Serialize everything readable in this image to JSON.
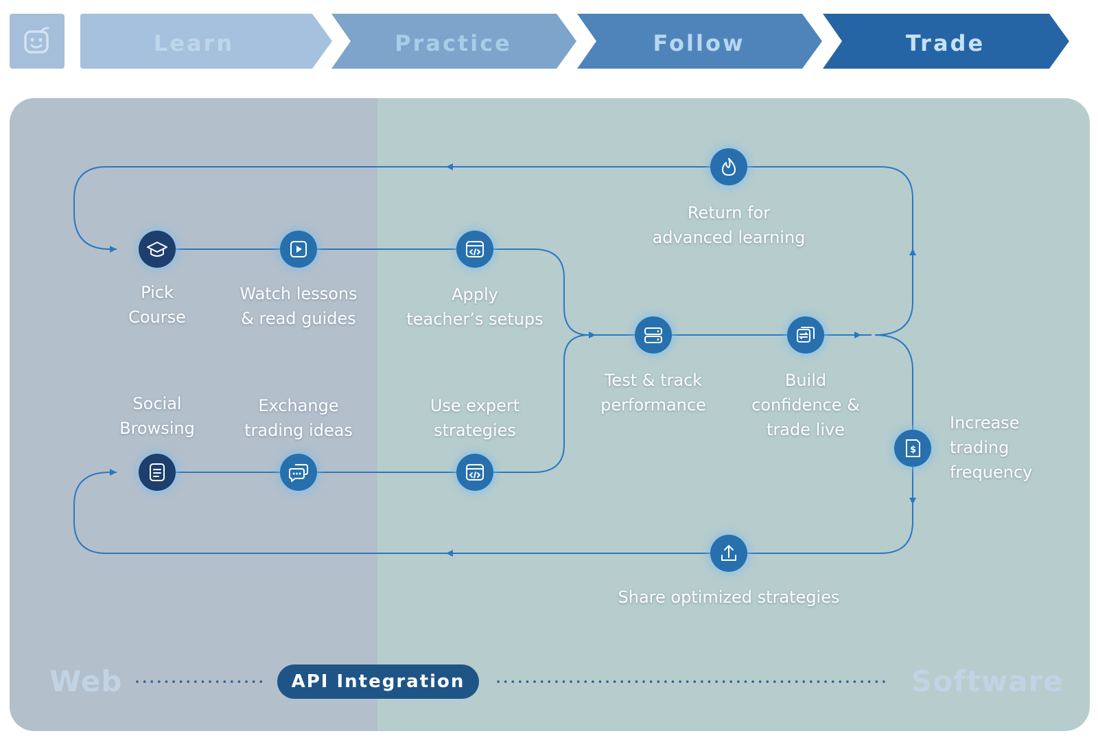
{
  "header": {
    "logo_icon": "smiley-face-icon",
    "stages": [
      {
        "label": "Learn",
        "fill": "#a6c1dd",
        "text_color": "#bed6ea"
      },
      {
        "label": "Practice",
        "fill": "#7da4ca",
        "text_color": "#a7cee8"
      },
      {
        "label": "Follow",
        "fill": "#4f84bb",
        "text_color": "#b7d7f0"
      },
      {
        "label": "Trade",
        "fill": "#2565a5",
        "text_color": "#c6e1f5"
      }
    ]
  },
  "panel": {
    "web_zone_color": "#b3bfcb",
    "software_zone_color": "#b7cccd",
    "line_color": "#2a78c2"
  },
  "steps": {
    "pick_course": {
      "label": [
        "Pick",
        "Course"
      ],
      "icon": "graduation-cap-icon"
    },
    "watch_lessons": {
      "label": [
        "Watch lessons",
        "& read guides"
      ],
      "icon": "play-icon"
    },
    "apply_setups": {
      "label": [
        "Apply",
        "teacher’s setups"
      ],
      "icon": "code-window-icon"
    },
    "test_track": {
      "label": [
        "Test & track",
        "performance"
      ],
      "icon": "server-icon"
    },
    "build_confidence": {
      "label": [
        "Build",
        "confidence &",
        "trade live"
      ],
      "icon": "exchange-docs-icon"
    },
    "return_learning": {
      "label": [
        "Return for",
        "advanced learning"
      ],
      "icon": "flame-icon"
    },
    "increase_frequency": {
      "label": [
        "Increase",
        "trading",
        "frequency"
      ],
      "icon": "dollar-document-icon"
    },
    "share_strategies": {
      "label": [
        "Share optimized strategies"
      ],
      "icon": "upload-icon"
    },
    "social_browsing": {
      "label": [
        "Social",
        "Browsing"
      ],
      "icon": "notes-icon"
    },
    "exchange_ideas": {
      "label": [
        "Exchange",
        "trading ideas"
      ],
      "icon": "chat-bubbles-icon"
    },
    "use_strategies": {
      "label": [
        "Use expert",
        "strategies"
      ],
      "icon": "code-window-icon"
    }
  },
  "footer": {
    "web_label": "Web",
    "api_label": "API Integration",
    "software_label": "Software"
  }
}
